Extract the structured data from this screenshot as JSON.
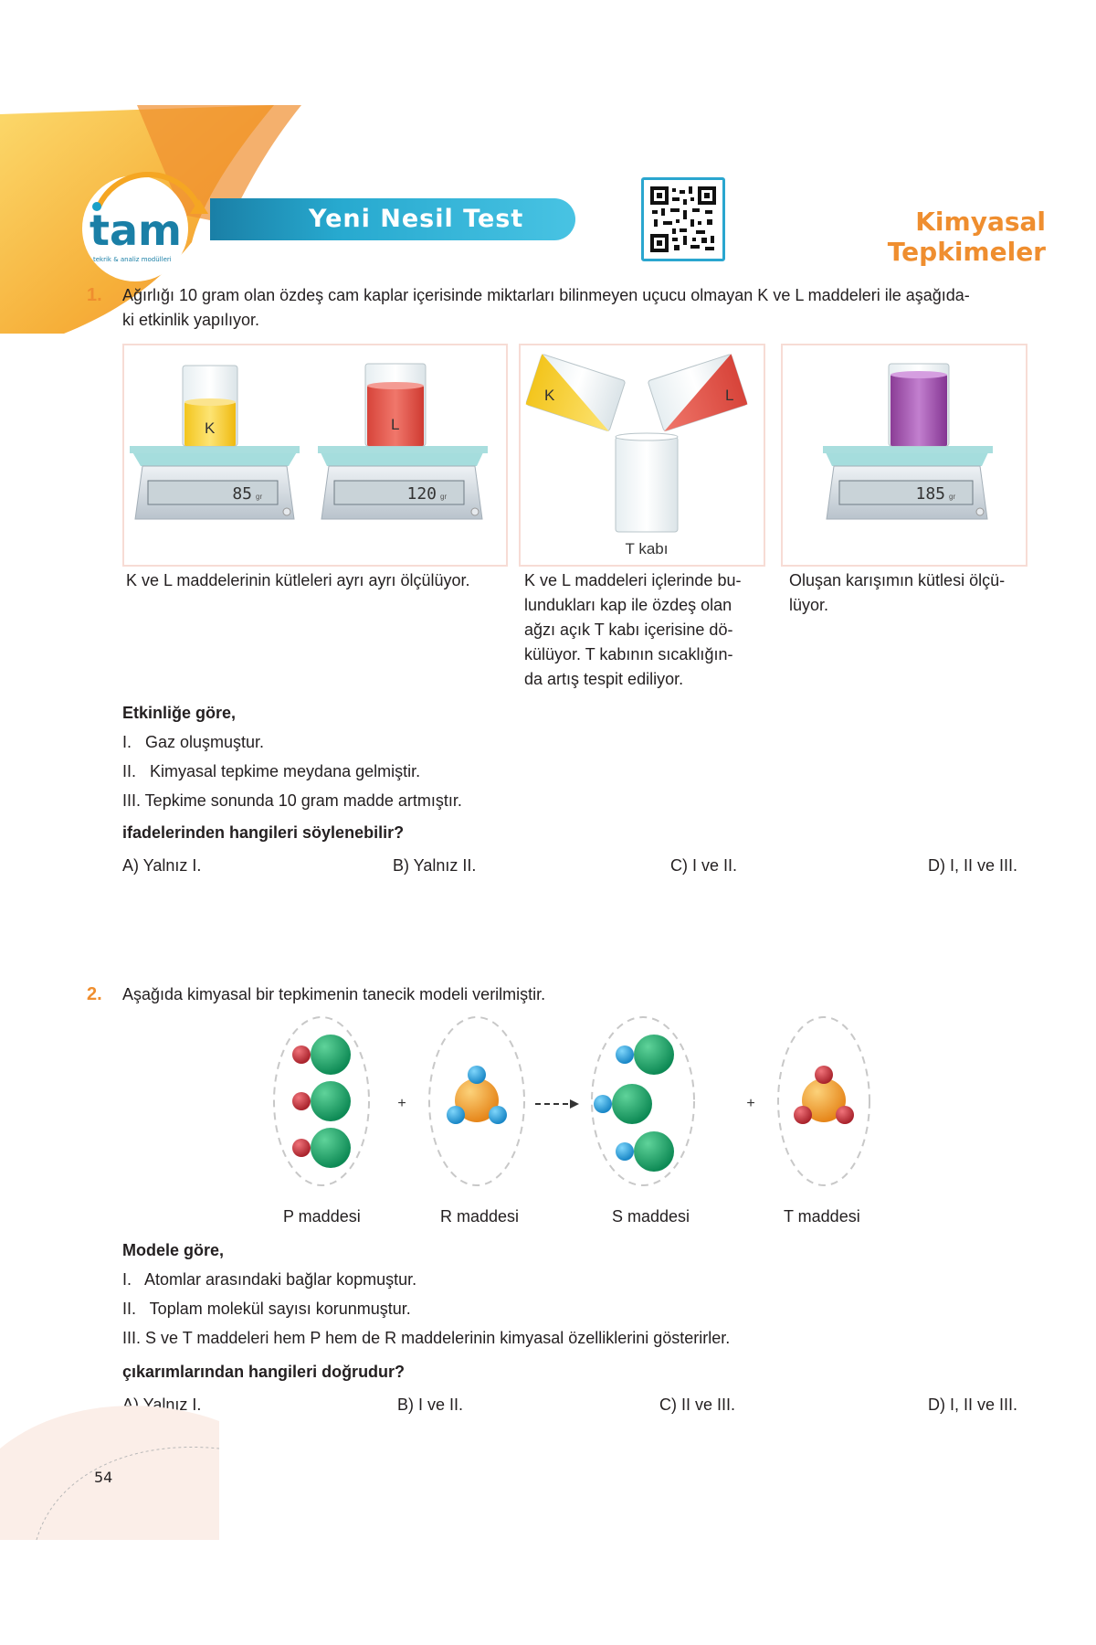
{
  "header": {
    "logo_text": "tam",
    "logo_subtitle": "tekrik & analiz modülleri",
    "banner_title": "Yeni Nesil Test",
    "chapter_title": "Kimyasal Tepkimeler"
  },
  "q1": {
    "number": "1.",
    "intro_line1": "Ağırlığı 10 gram olan özdeş cam kaplar içerisinde miktarları bilinmeyen uçucu olmayan K ve L maddeleri ile aşağıda-",
    "intro_line2": "ki etkinlik yapılıyor.",
    "panel1": {
      "label_k": "K",
      "label_l": "L",
      "scale1": "85",
      "scale2": "120",
      "unit": "gr",
      "caption": "K ve L maddelerinin kütleleri ayrı ayrı ölçülüyor."
    },
    "panel2": {
      "label_k": "K",
      "label_l": "L",
      "label_t": "T kabı",
      "caption_lines": [
        "K ve L maddeleri içlerinde bu-",
        "lundukları kap ile özdeş olan",
        "ağzı açık T kabı içerisine dö-",
        "külüyor. T kabının sıcaklığın-",
        "da artış tespit ediliyor."
      ]
    },
    "panel3": {
      "scale": "185",
      "unit": "gr",
      "caption_lines": [
        "Oluşan karışımın kütlesi ölçü-",
        "lüyor."
      ]
    },
    "lead": "Etkinliğe göre,",
    "statements": [
      "I.   Gaz oluşmuştur.",
      "II.   Kimyasal tepkime meydana gelmiştir.",
      "III. Tepkime sonunda 10 gram madde artmıştır."
    ],
    "question": "ifadelerinden hangileri söylenebilir?",
    "options": [
      "A) Yalnız I.",
      "B) Yalnız II.",
      "C) I ve II.",
      "D) I, II ve III."
    ]
  },
  "q2": {
    "number": "2.",
    "intro": "Aşağıda kimyasal bir tepkimenin tanecik modeli verilmiştir.",
    "plus": "+",
    "labels": [
      "P maddesi",
      "R maddesi",
      "S maddesi",
      "T maddesi"
    ],
    "lead": "Modele göre,",
    "statements": [
      "I.   Atomlar arasındaki bağlar kopmuştur.",
      "II.   Toplam molekül sayısı korunmuştur.",
      "III. S ve T maddeleri hem P hem de R maddelerinin kimyasal özelliklerini gösterirler."
    ],
    "question": "çıkarımlarından hangileri doğrudur?",
    "options": [
      "A) Yalnız I.",
      "B) I ve II.",
      "C) II ve III.",
      "D) I, II ve III."
    ]
  },
  "page_number": "54",
  "colors": {
    "accent": "#ef8e2f",
    "banner": "#27a9cf",
    "green": "#1aa067",
    "red": "#c8323c",
    "blue": "#1e9fd9",
    "orange": "#f2a22c"
  }
}
